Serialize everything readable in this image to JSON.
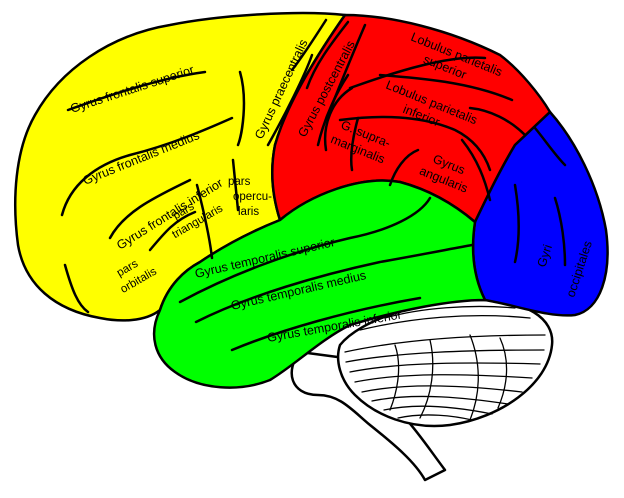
{
  "colors": {
    "frontal": "#ffff00",
    "parietal": "#ff0000",
    "temporal": "#00ff00",
    "occipital": "#0000ff",
    "cerebellum": "#ffffff",
    "outline": "#000000",
    "background": "#ffffff"
  },
  "labels": {
    "gyrus_frontalis_superior": "Gyrus frontalis superior",
    "gyrus_frontalis_medius": "Gyrus frontalis medius",
    "gyrus_frontalis_inferior": "Gyrus frontalis inferior",
    "gyrus_praecentralis": "Gyrus praecentralis",
    "gyrus_postcentralis": "Gyrus postcentralis",
    "lobulus_parietalis_superior": [
      "Lobulus parietalis",
      "superior"
    ],
    "lobulus_parietalis_inferior": [
      "Lobulus parietalis",
      "inferior"
    ],
    "gyrus_supramarginalis": [
      "G. supra-",
      "marginalis"
    ],
    "gyrus_angularis": [
      "Gyrus",
      "angularis"
    ],
    "pars_opercularis": [
      "pars",
      "opercu-",
      "laris"
    ],
    "pars_triangularis": [
      "pars",
      "triangularis"
    ],
    "pars_orbitalis": [
      "pars",
      "orbitalis"
    ],
    "gyrus_temporalis_superior": "Gyrus temporalis superior",
    "gyrus_temporalis_medius": "Gyrus temporalis medius",
    "gyrus_temporalis_inferior": "Gyrus temporalis inferior",
    "gyri_occipitales": [
      "Gyri",
      "occipitales"
    ]
  }
}
